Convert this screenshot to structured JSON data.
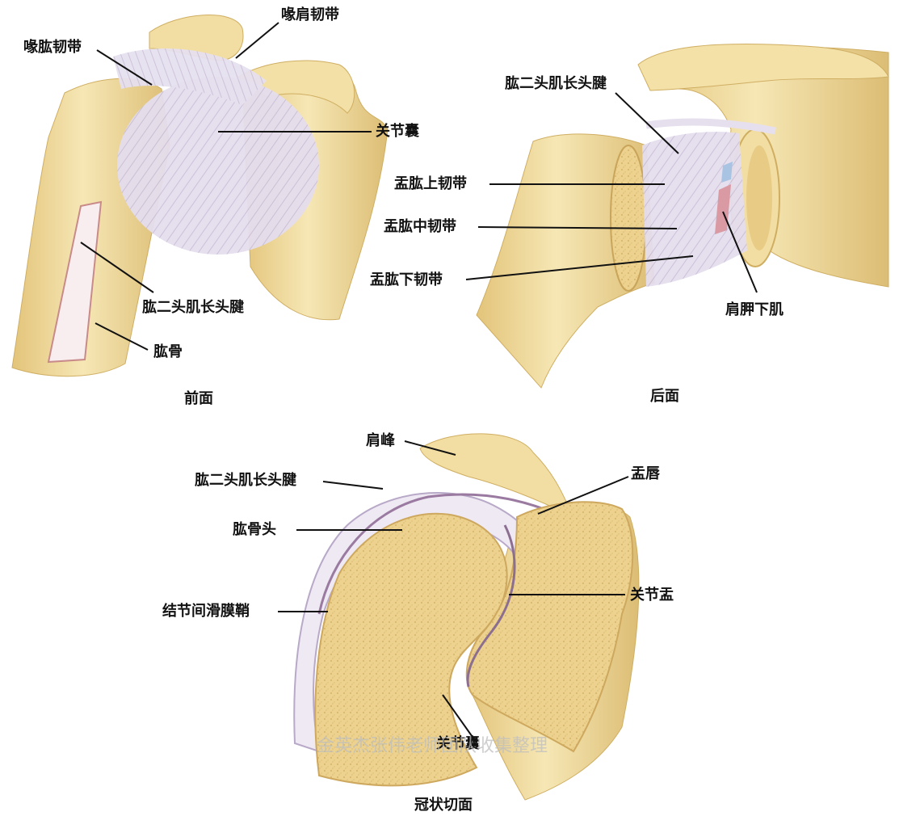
{
  "colors": {
    "bone": "#f1dc9b",
    "bone_shade": "#e0c27a",
    "marrow": "#ecd08a",
    "ligament": "#ddd6e6",
    "ligament_line": "#bfb5cf",
    "tendon_red": "#c98a8a",
    "leader": "#111111"
  },
  "panels": {
    "anterior": {
      "caption": "前面",
      "labels": {
        "coracohumeral": "喙肱韧带",
        "coracoacromial": "喙肩韧带",
        "capsule": "关节囊",
        "biceps_long_head": "肱二头肌长头腱",
        "humerus": "肱骨"
      }
    },
    "posterior": {
      "caption": "后面",
      "labels": {
        "biceps_long_head": "肱二头肌长头腱",
        "superior_gh": "盂肱上韧带",
        "middle_gh": "盂肱中韧带",
        "inferior_gh": "盂肱下韧带",
        "subscapularis": "肩胛下肌"
      }
    },
    "coronal": {
      "caption": "冠状切面",
      "labels": {
        "acromion": "肩峰",
        "biceps_long_head": "肱二头肌长头腱",
        "humeral_head": "肱骨头",
        "synovial_sheath": "结节间滑膜鞘",
        "labrum": "盂唇",
        "glenoid": "关节盂",
        "capsule": "关节囊"
      }
    }
  },
  "watermark": "金英杰张伟老师团队收集整理"
}
